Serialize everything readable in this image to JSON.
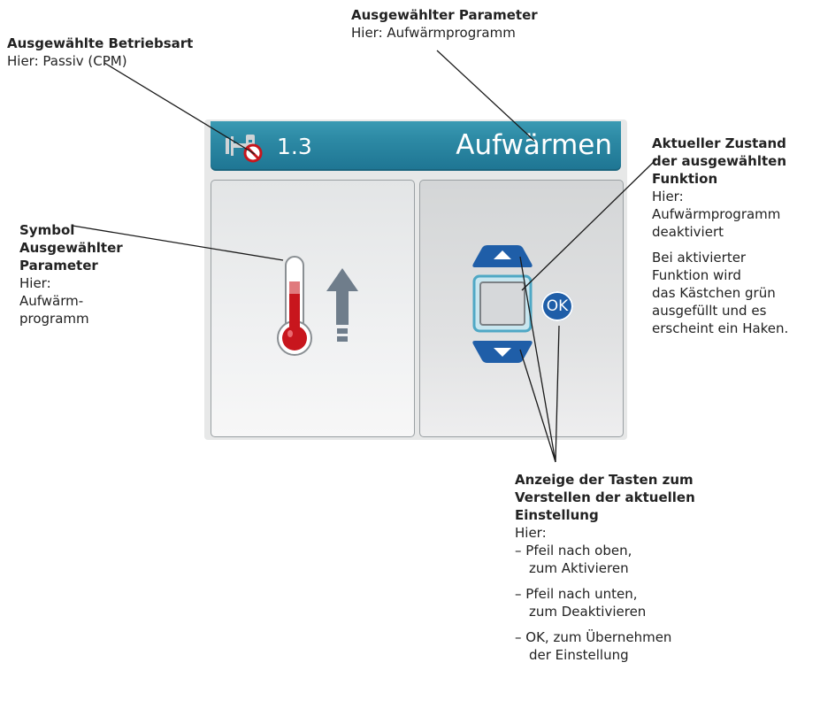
{
  "annotations": {
    "mode": {
      "title": "Ausgewählte Betriebsart",
      "sub": "Hier: Passiv (CPM)"
    },
    "parameter": {
      "title": "Ausgewählter Parameter",
      "sub": "Hier: Aufwärmprogramm"
    },
    "symbol": {
      "title_lines": [
        "Symbol",
        "Ausgewählter",
        "Parameter"
      ],
      "sub_lines": [
        "Hier:",
        "Aufwärm-",
        "programm"
      ]
    },
    "state": {
      "title_lines": [
        "Aktueller Zustand",
        "der ausgewählten",
        "Funktion"
      ],
      "sub_lines": [
        "Hier:",
        "Aufwärmprogramm",
        "deaktiviert"
      ],
      "note_lines": [
        "Bei aktivierter",
        "Funktion wird",
        "das Kästchen grün",
        "ausgefüllt und es",
        "erscheint ein Haken."
      ]
    },
    "keys": {
      "title_lines": [
        "Anzeige der Tasten zum",
        "Verstellen der aktuellen",
        "Einstellung"
      ],
      "sub": "Hier:",
      "items": [
        [
          "– Pfeil nach oben,",
          "zum Aktivieren"
        ],
        [
          "– Pfeil nach unten,",
          "zum Deaktivieren"
        ],
        [
          "– OK, zum Übernehmen",
          "der Einstellung"
        ]
      ]
    }
  },
  "screen": {
    "mode_number": "1.3",
    "parameter_name": "Aufwärmen",
    "ok_label": "OK",
    "checkbox_checked": false,
    "icons": {
      "mode": "cpm-passive-mode-icon",
      "symbol": "thermometer-icon",
      "direction": "arrow-up-icon",
      "up_key": "triangle-up-icon",
      "down_key": "triangle-down-icon"
    },
    "colors": {
      "header": "#2a86a1",
      "key_blue": "#1f5ea8",
      "thermo_red": "#c8161d",
      "arrow_grey": "#6f7d8b",
      "checkbox_border": "#4fa8c5"
    }
  }
}
